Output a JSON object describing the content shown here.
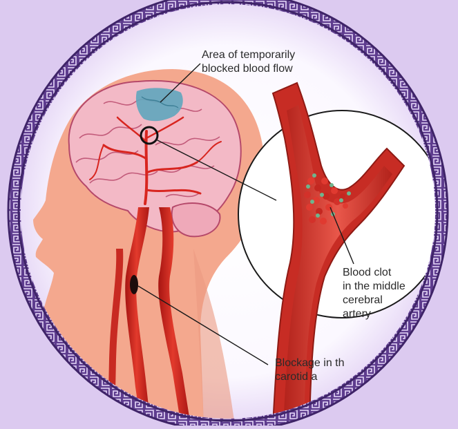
{
  "labels": {
    "area": "Area of temporarily\nblocked blood flow",
    "clot": "Blood clot\nin the middle\ncerebral\nartery",
    "blockage": "Blockage in th\ncarotid a"
  },
  "colors": {
    "background": "#dccaf0",
    "frame": "#5e3c8e",
    "frame_light": "#b89ad8",
    "disc": "#f8f4ff",
    "skin": "#f4a88e",
    "brain": "#f3b9c6",
    "brain_outline": "#b5486a",
    "artery": "#d8251f",
    "artery_dark": "#9c1412",
    "blocked_area": "#5fa6bd",
    "clot_green": "#6fb48d",
    "leader": "#1a1a1a"
  },
  "icons": {
    "frame": "ornate-greek-key-ring",
    "inset": "magnified-artery-inset"
  }
}
